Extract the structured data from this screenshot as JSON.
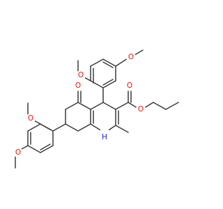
{
  "colors": {
    "bond": "#3a3a3a",
    "oxygen": "#e8160c",
    "nitrogen": "#2121cf",
    "carbon": "#3a3a3a",
    "background": "#ffffff"
  },
  "atoms": {
    "o_ketone": "O",
    "o_ester_carbonyl": "O",
    "o_ester_ether": "O",
    "o_ortho_methoxy": "O",
    "o_para_methoxy_top": "O",
    "o_meta_methoxy_left": "O",
    "o_para_methoxy_left": "O",
    "nh": "H",
    "n": "N"
  }
}
